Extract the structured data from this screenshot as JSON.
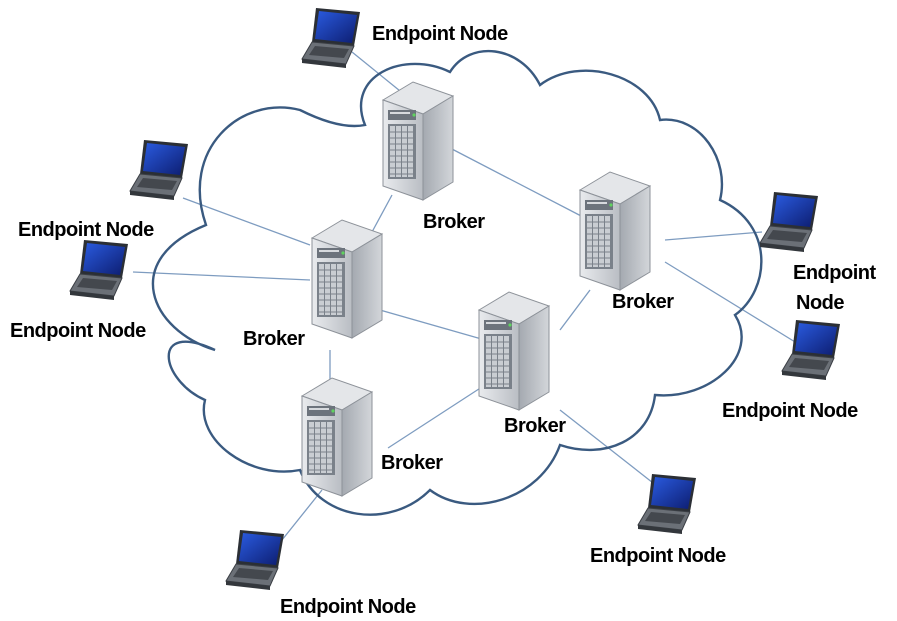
{
  "diagram": {
    "labels": {
      "endpoint": "Endpoint Node",
      "endpoint_line1": "Endpoint",
      "endpoint_line2": "Node",
      "broker": "Broker"
    },
    "colors": {
      "cloud_stroke": "#3a5a80",
      "link": "#7e9cc0",
      "server_body": "#c9ccd1",
      "server_dark": "#9aa0a8",
      "laptop_screen": "#1b3fa0",
      "laptop_body": "#555a60"
    },
    "icons": [
      "server-icon",
      "laptop-icon",
      "cloud-outline"
    ]
  }
}
